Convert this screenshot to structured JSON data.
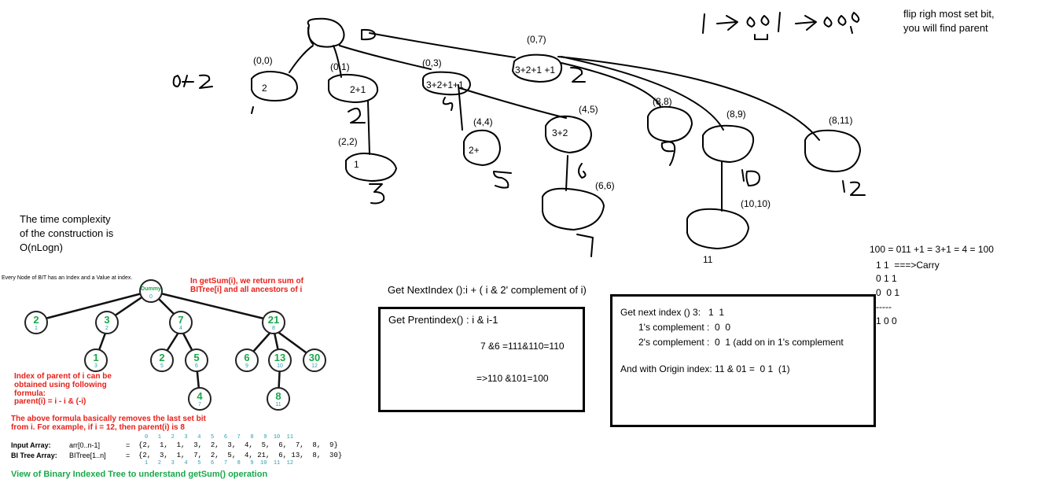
{
  "top_note": {
    "line1": "flip righ most set bit,",
    "line2": "you will find parent"
  },
  "tree_labels": {
    "n00": "(0,0)",
    "n01": "(0,1)",
    "n03": "(0,3)",
    "n07": "(0,7)",
    "n22": "(2,2)",
    "n44": "(4,4)",
    "n45": "(4,5)",
    "n66": "(6,6)",
    "n88": "(8,8)",
    "n89": "(8,9)",
    "n811": "(8,11)",
    "n1010": "(10,10)",
    "v1": "2",
    "v2": "2+1",
    "v3": "1",
    "v4": "3+2+1+1",
    "v5": "2+",
    "v6": "3+2",
    "v7": "3+2+1 +1",
    "eleven": "11"
  },
  "complexity": {
    "line1": "The time complexity",
    "line2": "of the construction is",
    "line3": "O(nLogn)"
  },
  "next_index": "Get NextIndex ():i + ( i & 2' complement of i)",
  "box1": {
    "title": "Get Prentindex() : i & i-1",
    "line1": "7 &6 =111&110=110",
    "line2": "=>110 &101=100"
  },
  "box2": {
    "line1": "Get next index () 3:   1  1",
    "line2": "1's complement :  0  0",
    "line3": "2's complement :  0  1 (add on in 1's complement",
    "line4": "And with Origin index: 11 & 01 =  0 1  (1)"
  },
  "carry": {
    "line1": "100 = 011 +1 = 3+1 = 4 = 100",
    "line2": "1 1  ===>Carry",
    "line3": "0 1 1",
    "line4": "0  0 1",
    "line5": "-----",
    "line6": "1 0 0"
  },
  "bit_figure": {
    "heading_a": "Every Node of BIT has an Index and a Value at index.",
    "heading_b": "In getSum(i), we return sum of BITree[i] and all ancestors of i",
    "parent_note": "Index of parent of i can be obtained using following formula:",
    "formula": "parent(i) = i - i & (-i)",
    "removes_note": "The above formula basically removes the last set bit from i.  For example, if i = 12, then parent(i) is 8",
    "input_label": "Input Array:",
    "input_var": "arr[0..n-1]",
    "input_values": "{2,  1,  1,  3,  2,  3,  4,  5,  6,  7,  8,  9}",
    "index_row": "0   1   2   3   4   5   6   7   8   9  10  11",
    "bit_label": "BI Tree Array:",
    "bit_var": "BITree[1..n]",
    "bit_values": "{2,  3,  1,  7,  2,  5,  4, 21,  6, 13,  8,  30}",
    "index_row2": "1   2   3   4   5   6   7   8   9  10  11  12",
    "eq": "=",
    "caption": "View of Binary Indexed Tree to understand getSum() operation",
    "nodes": [
      {
        "v": "Dummy",
        "i": "0"
      },
      {
        "v": "2",
        "i": "1"
      },
      {
        "v": "3",
        "i": "2"
      },
      {
        "v": "7",
        "i": "4"
      },
      {
        "v": "21",
        "i": "8"
      },
      {
        "v": "1",
        "i": "3"
      },
      {
        "v": "2",
        "i": "5"
      },
      {
        "v": "5",
        "i": "6"
      },
      {
        "v": "6",
        "i": "9"
      },
      {
        "v": "13",
        "i": "10"
      },
      {
        "v": "30",
        "i": "12"
      },
      {
        "v": "4",
        "i": "7"
      },
      {
        "v": "8",
        "i": "11"
      }
    ]
  }
}
